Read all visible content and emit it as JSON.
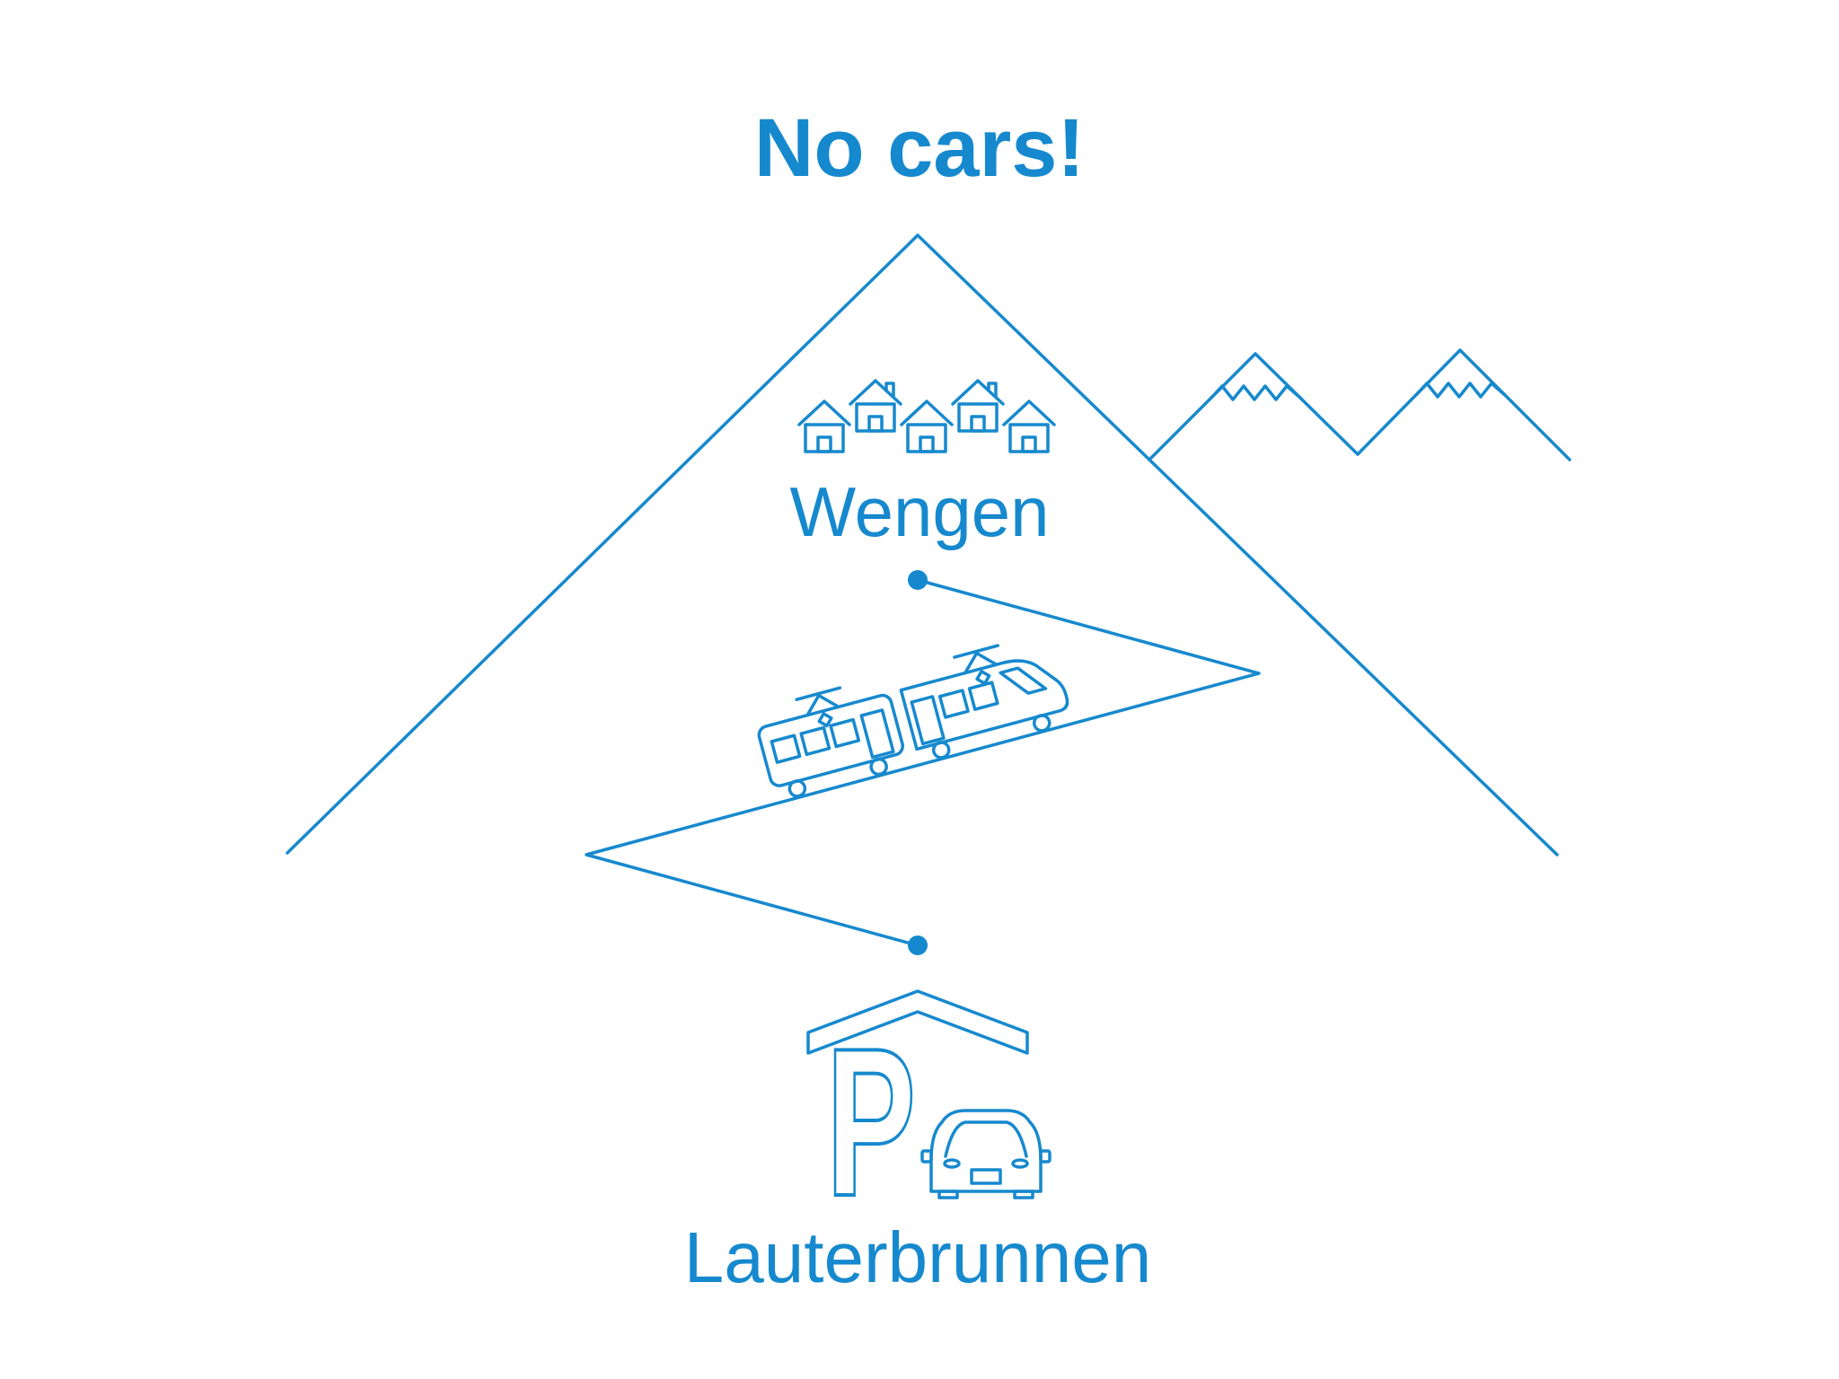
{
  "diagram": {
    "title": "No cars!",
    "upper_station": "Wengen",
    "lower_station": "Lauterbrunnen",
    "parking_letter": "P"
  },
  "colors": {
    "accent": "#1689ce",
    "background": "#ffffff"
  },
  "icons": {
    "village": "house-icons",
    "peaks": "snowcapped-mountains-icon",
    "railway": "zigzag-rack-railway-line",
    "train": "cogwheel-train-icon",
    "stations": "station-dot",
    "parking": "covered-parking-icon",
    "car": "car-front-icon"
  }
}
